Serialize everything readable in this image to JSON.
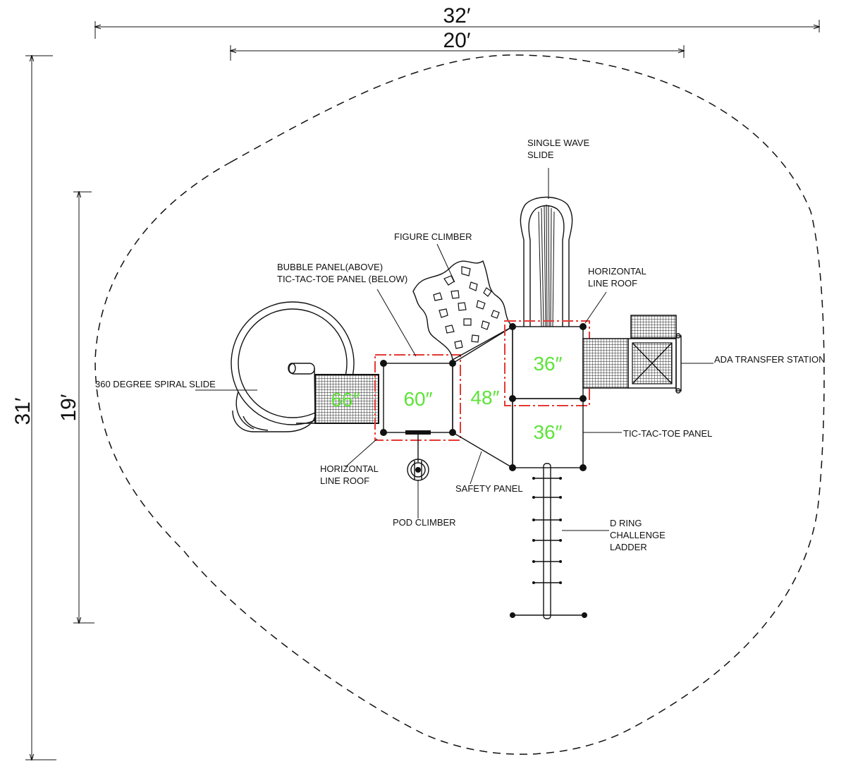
{
  "dimensions": {
    "overall_width": "32′",
    "inner_width": "20′",
    "overall_depth": "31′",
    "inner_depth": "19′"
  },
  "labels": {
    "single_wave_slide_1": "SINGLE WAVE",
    "single_wave_slide_2": "SLIDE",
    "figure_climber": "FIGURE CLIMBER",
    "bubble_panel_1": "BUBBLE PANEL(ABOVE)",
    "bubble_panel_2": "TIC-TAC-TOE PANEL (BELOW)",
    "horizontal_roof_right_1": "HORIZONTAL",
    "horizontal_roof_right_2": "LINE ROOF",
    "ada_transfer_station": "ADA TRANSFER STATION",
    "spiral_slide": "360 DEGREE SPIRAL SLIDE",
    "tic_tac_toe_panel": "TIC-TAC-TOE PANEL",
    "horizontal_roof_left_1": "HORIZONTAL",
    "horizontal_roof_left_2": "LINE ROOF",
    "safety_panel": "SAFETY PANEL",
    "pod_climber": "POD CLIMBER",
    "d_ring_1": "D RING",
    "d_ring_2": "CHALLENGE",
    "d_ring_3": "LADDER"
  },
  "deck_heights": {
    "deck_66": "66″",
    "deck_60": "60″",
    "deck_48": "48″",
    "deck_36_upper": "36″",
    "deck_36_lower": "36″"
  },
  "colors": {
    "line": "#111111",
    "deck_label": "#5ee33a",
    "roof_outline": "#e53935"
  }
}
